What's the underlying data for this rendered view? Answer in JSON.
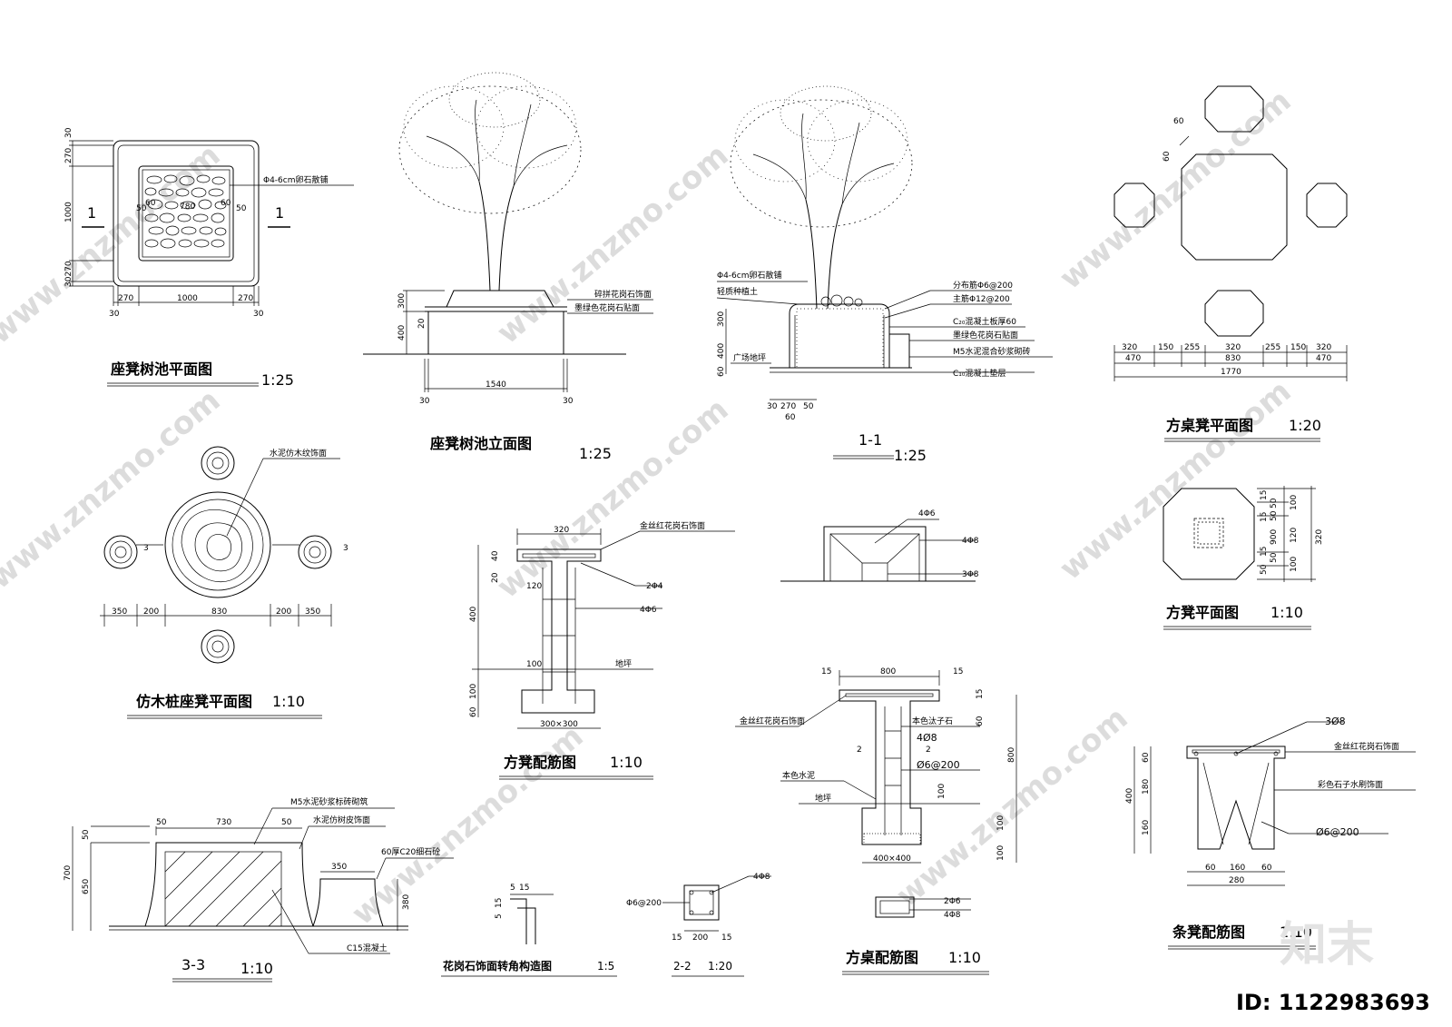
{
  "titles": {
    "t1": "座凳树池平面图",
    "t1s": "1:25",
    "t2": "座凳树池立面图",
    "t2s": "1:25",
    "t3": "1-1",
    "t3s": "1:25",
    "t4": "方桌凳平面图",
    "t4s": "1:20",
    "t5": "仿木桩座凳平面图",
    "t5s": "1:10",
    "t6": "方凳配筋图",
    "t6s": "1:10",
    "t7": "方凳平面图",
    "t7s": "1:10",
    "t8": "3-3",
    "t8s": "1:10",
    "t9": "花岗石饰面转角构造图",
    "t9s": "1:5",
    "t10": "2-2",
    "t10s": "1:20",
    "t11": "方桌配筋图",
    "t11s": "1:10",
    "t12": "条凳配筋图",
    "t12s": "1:10"
  },
  "notes": {
    "pebble": "Φ4-6cm卵石散铺",
    "granite_mosaic": "碎拼花岗石饰面",
    "green_granite": "墨绿色花岗石贴面",
    "soil": "轻质种植土",
    "dist_bar": "分布筋Φ6@200",
    "main_bar": "主筋Φ12@200",
    "c20_slab": "C₂₀混凝土板厚60",
    "green_granite2": "墨绿色花岗石贴面",
    "m5": "M5水泥混合砂浆砌砖",
    "c10": "C₁₀混凝土垫层",
    "plaza": "广场地坪",
    "wood_finish": "水泥仿木纹饰面",
    "gold_granite": "金丝红花岗石饰面",
    "bar_2p4": "2Φ4",
    "bar_4p6": "4Φ6",
    "ground": "地坪",
    "size_300": "300×300",
    "bar_4p6b": "4Φ6",
    "bar_4p8": "4Φ8",
    "bar_3p8": "3Φ8",
    "gold_granite2": "金丝红花岗石饰面",
    "nat_stone": "本色汰子石",
    "nat_cement": "本色水泥",
    "bar_4o8": "4Ø8",
    "bar_o6": "Ø6@200",
    "ground2": "地坪",
    "size_400": "400×400",
    "bar_2p6": "2Φ6",
    "bar_4p8b": "4Φ8",
    "m5b": "M5水泥砂浆标砖砌筑",
    "bark": "水泥仿树皮饰面",
    "c20b": "60厚C20细石砼",
    "c15": "C15混凝土",
    "bar_p6": "Φ6@200",
    "bar_4p8c": "4Φ8",
    "bar_3o8": "3Ø8",
    "gold_granite3": "金丝红花岗石饰面",
    "color_stone": "彩色石子水刷饰面",
    "bar_o6b": "Ø6@200",
    "one_a": "1",
    "one_b": "1",
    "three_a": "3",
    "three_b": "3"
  },
  "dims": {
    "p1": [
      "30",
      "270",
      "1000",
      "30270",
      "270",
      "1000",
      "270",
      "30",
      "30",
      "50",
      "60",
      "780",
      "60",
      "50"
    ],
    "p2": [
      "300",
      "400",
      "20",
      "1540",
      "30",
      "30"
    ],
    "p3": [
      "300",
      "400",
      "60",
      "30",
      "270",
      "50",
      "60"
    ],
    "p4": [
      "60",
      "60",
      "320",
      "150",
      "255",
      "320",
      "255",
      "150",
      "320",
      "470",
      "830",
      "470",
      "1770"
    ],
    "p5": [
      "350",
      "200",
      "830",
      "200",
      "350"
    ],
    "p6": [
      "320",
      "40",
      "20",
      "120",
      "400",
      "100",
      "100",
      "60"
    ],
    "p7": [
      "15",
      "50",
      "50",
      "100",
      "15",
      "900",
      "120",
      "320",
      "15",
      "50",
      "50",
      "100"
    ],
    "p8": [
      "50",
      "730",
      "50",
      "350",
      "50",
      "700",
      "650",
      "380"
    ],
    "p9": [
      "5",
      "15",
      "15",
      "5"
    ],
    "p10": [
      "15",
      "200",
      "15"
    ],
    "p11": [
      "15",
      "800",
      "15",
      "15",
      "60",
      "2",
      "2",
      "800",
      "100",
      "100",
      "100"
    ],
    "p12": [
      "60",
      "180",
      "400",
      "160",
      "60",
      "160",
      "60",
      "280"
    ]
  },
  "id_label": "ID: 1122983693",
  "logo": "知末",
  "watermark": "www.znzmo.com"
}
